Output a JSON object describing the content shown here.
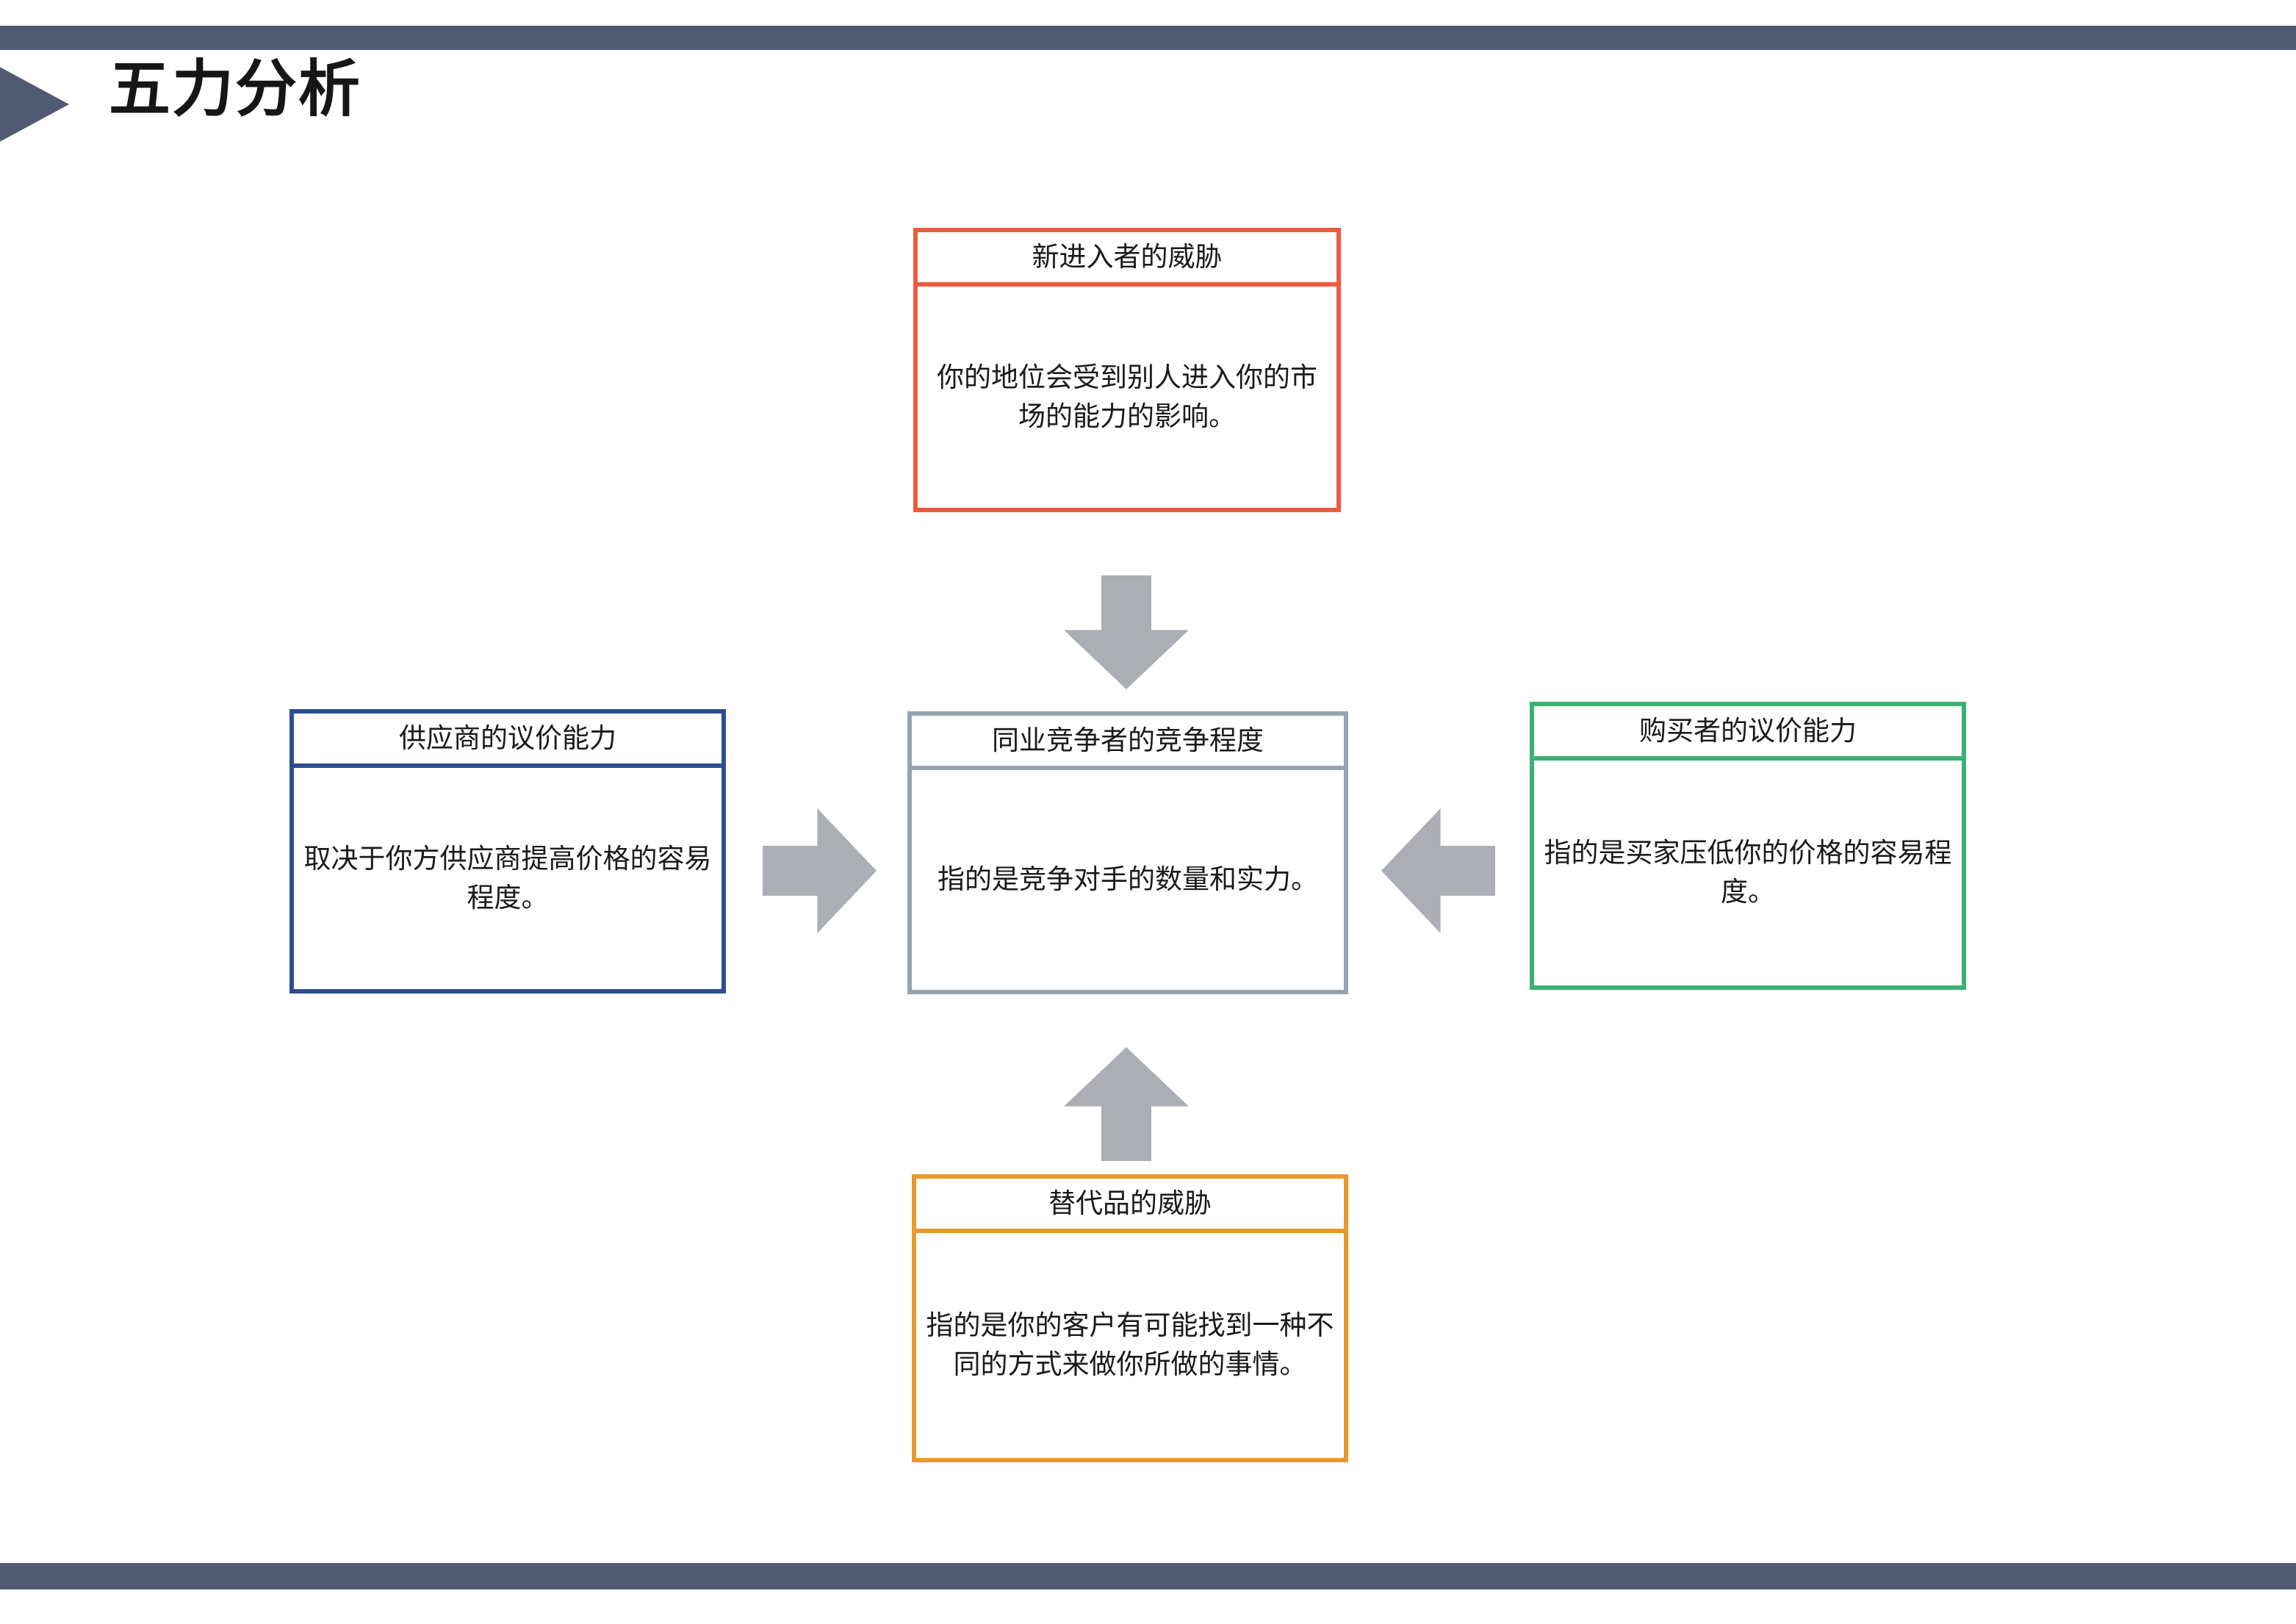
{
  "slide": {
    "title": "五力分析",
    "accent_color": "#505A72",
    "background": "#FFFFFF"
  },
  "decor": {
    "top_bar_color": "#505A72",
    "bottom_bar_color": "#505A72",
    "title_marker_icon": "triangle-right-icon",
    "arrow_color": "#ABAFB4"
  },
  "forces": {
    "new_entrants": {
      "heading": "新进入者的威胁",
      "body": "你的地位会受到别人进入你的市场的能力的影响。",
      "color": "#ED5B3F"
    },
    "suppliers": {
      "heading": "供应商的议价能力",
      "body": "取决于你方供应商提高价格的容易程度。",
      "color": "#2E4D8E"
    },
    "rivalry": {
      "heading": "同业竞争者的竞争程度",
      "body": "指的是竞争对手的数量和实力。",
      "color": "#97A3AD"
    },
    "buyers": {
      "heading": "购买者的议价能力",
      "body": "指的是买家压低你的价格的容易程度。",
      "color": "#3BB273"
    },
    "substitutes": {
      "heading": "替代品的威胁",
      "body": "指的是你的客户有可能找到一种不同的方式来做你所做的事情。",
      "color": "#E99A2B"
    }
  },
  "arrows": {
    "down": "arrow-down-icon",
    "up": "arrow-up-icon",
    "right": "arrow-right-icon",
    "left": "arrow-left-icon"
  }
}
